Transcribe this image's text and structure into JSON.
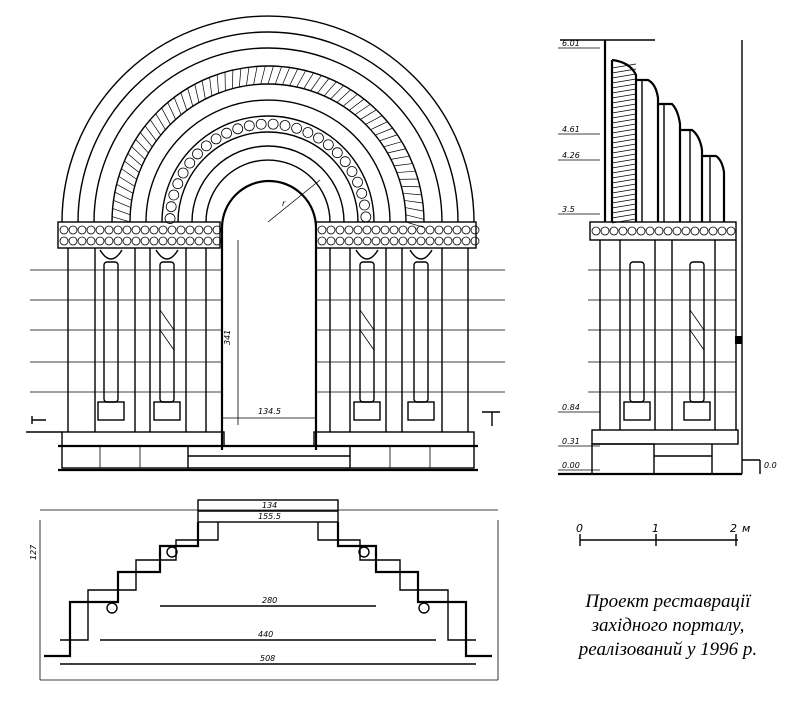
{
  "caption": {
    "line1": "Проект реставрації",
    "line2": "західного порталу,",
    "line3": "реалізований у 1996 р."
  },
  "scale_bar": {
    "labels": [
      "0",
      "1",
      "2",
      "м"
    ]
  },
  "section_levels": {
    "top": "6.01",
    "l2": "4.61",
    "l3": "4.26",
    "l4": "3.5",
    "l5": "0.84",
    "l6": "0.31",
    "l7": "0.00",
    "right": "0.0"
  },
  "elevation_dims": {
    "arch_radius": "r",
    "opening_height": "341",
    "opening_width": "134.5"
  },
  "plan_dims": {
    "top_inner": "134",
    "top_outer": "155.5",
    "middle": "280",
    "lower": "440",
    "total": "508",
    "left_side": "127"
  }
}
